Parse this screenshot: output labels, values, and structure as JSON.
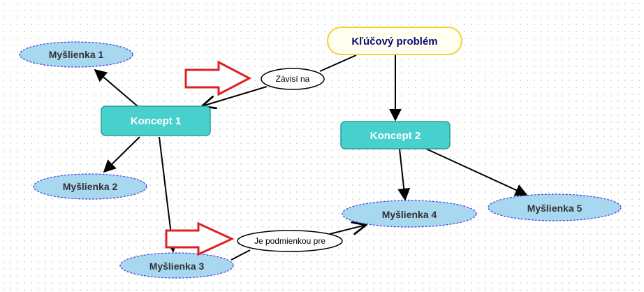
{
  "diagram": {
    "nodes": {
      "key_problem": "Kľúčový problém",
      "concept1": "Koncept 1",
      "concept2": "Koncept 2",
      "thought1": "Myšlienka 1",
      "thought2": "Myšlienka 2",
      "thought3": "Myšlienka 3",
      "thought4": "Myšlienka 4",
      "thought5": "Myšlienka 5"
    },
    "link_labels": {
      "depends_on": "Závisí na",
      "is_condition_for": "Je podmienkou pre"
    },
    "colors": {
      "concept_fill": "#48d1cc",
      "concept_stroke": "#2a9e99",
      "thought_fill": "#a8d8f0",
      "thought_stroke": "#3b3bdd",
      "key_fill": "#fffff0",
      "key_stroke": "#f0d040",
      "key_text": "#0a0a7a",
      "arrow_outline": "#dd2222"
    }
  }
}
